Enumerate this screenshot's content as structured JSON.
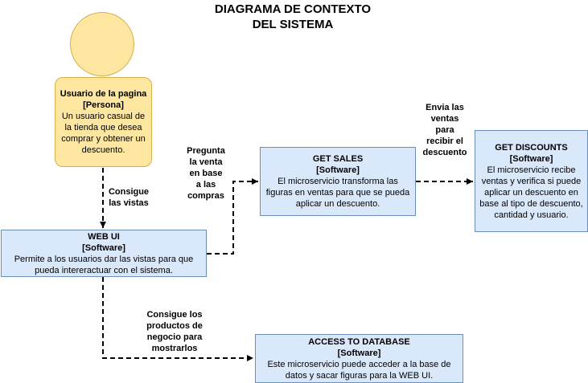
{
  "diagram": {
    "title_lines": [
      "DIAGRAMA DE CONTEXTO",
      "DEL SISTEMA"
    ]
  },
  "person": {
    "name": "Usuario de la pagina",
    "kind": "[Persona]",
    "description": "Un usuario casual de la tienda que desea comprar y obtener un descuento."
  },
  "web_ui": {
    "name": "WEB UI",
    "kind": "[Software]",
    "description": "Permite a los usuarios dar las vistas para que pueda intereractuar con el sistema."
  },
  "get_sales": {
    "name": "GET SALES",
    "kind": "[Software]",
    "description": "El microservicio transforma las figuras en ventas para que se pueda aplicar un descuento."
  },
  "get_discounts": {
    "name": "GET DISCOUNTS",
    "kind": "[Software]",
    "description": "El microservicio recibe ventas y verifica si puede aplicar un descuento en base al tipo de descuento, cantidad y usuario."
  },
  "access_db": {
    "name": "ACCESS TO DATABASE",
    "kind": "[Software]",
    "description": "Este microservicio puede acceder a la base de datos y sacar figuras para la WEB UI."
  },
  "labels": {
    "consigue_vistas": [
      "Consigue",
      "las vistas"
    ],
    "pregunta_venta": [
      "Pregunta",
      "la venta",
      "en base",
      "a las",
      "compras"
    ],
    "envia_ventas": [
      "Envia las",
      "ventas",
      "para",
      "recibir el",
      "descuento"
    ],
    "consigue_productos": [
      "Consigue los",
      "productos de",
      "negocio para",
      "mostrarlos"
    ]
  },
  "colors": {
    "person_fill": "#FFE6A1",
    "person_stroke": "#D4B04B",
    "software_fill": "#DAE8FC",
    "software_stroke": "#6C8EBF",
    "connector": "#000000"
  }
}
